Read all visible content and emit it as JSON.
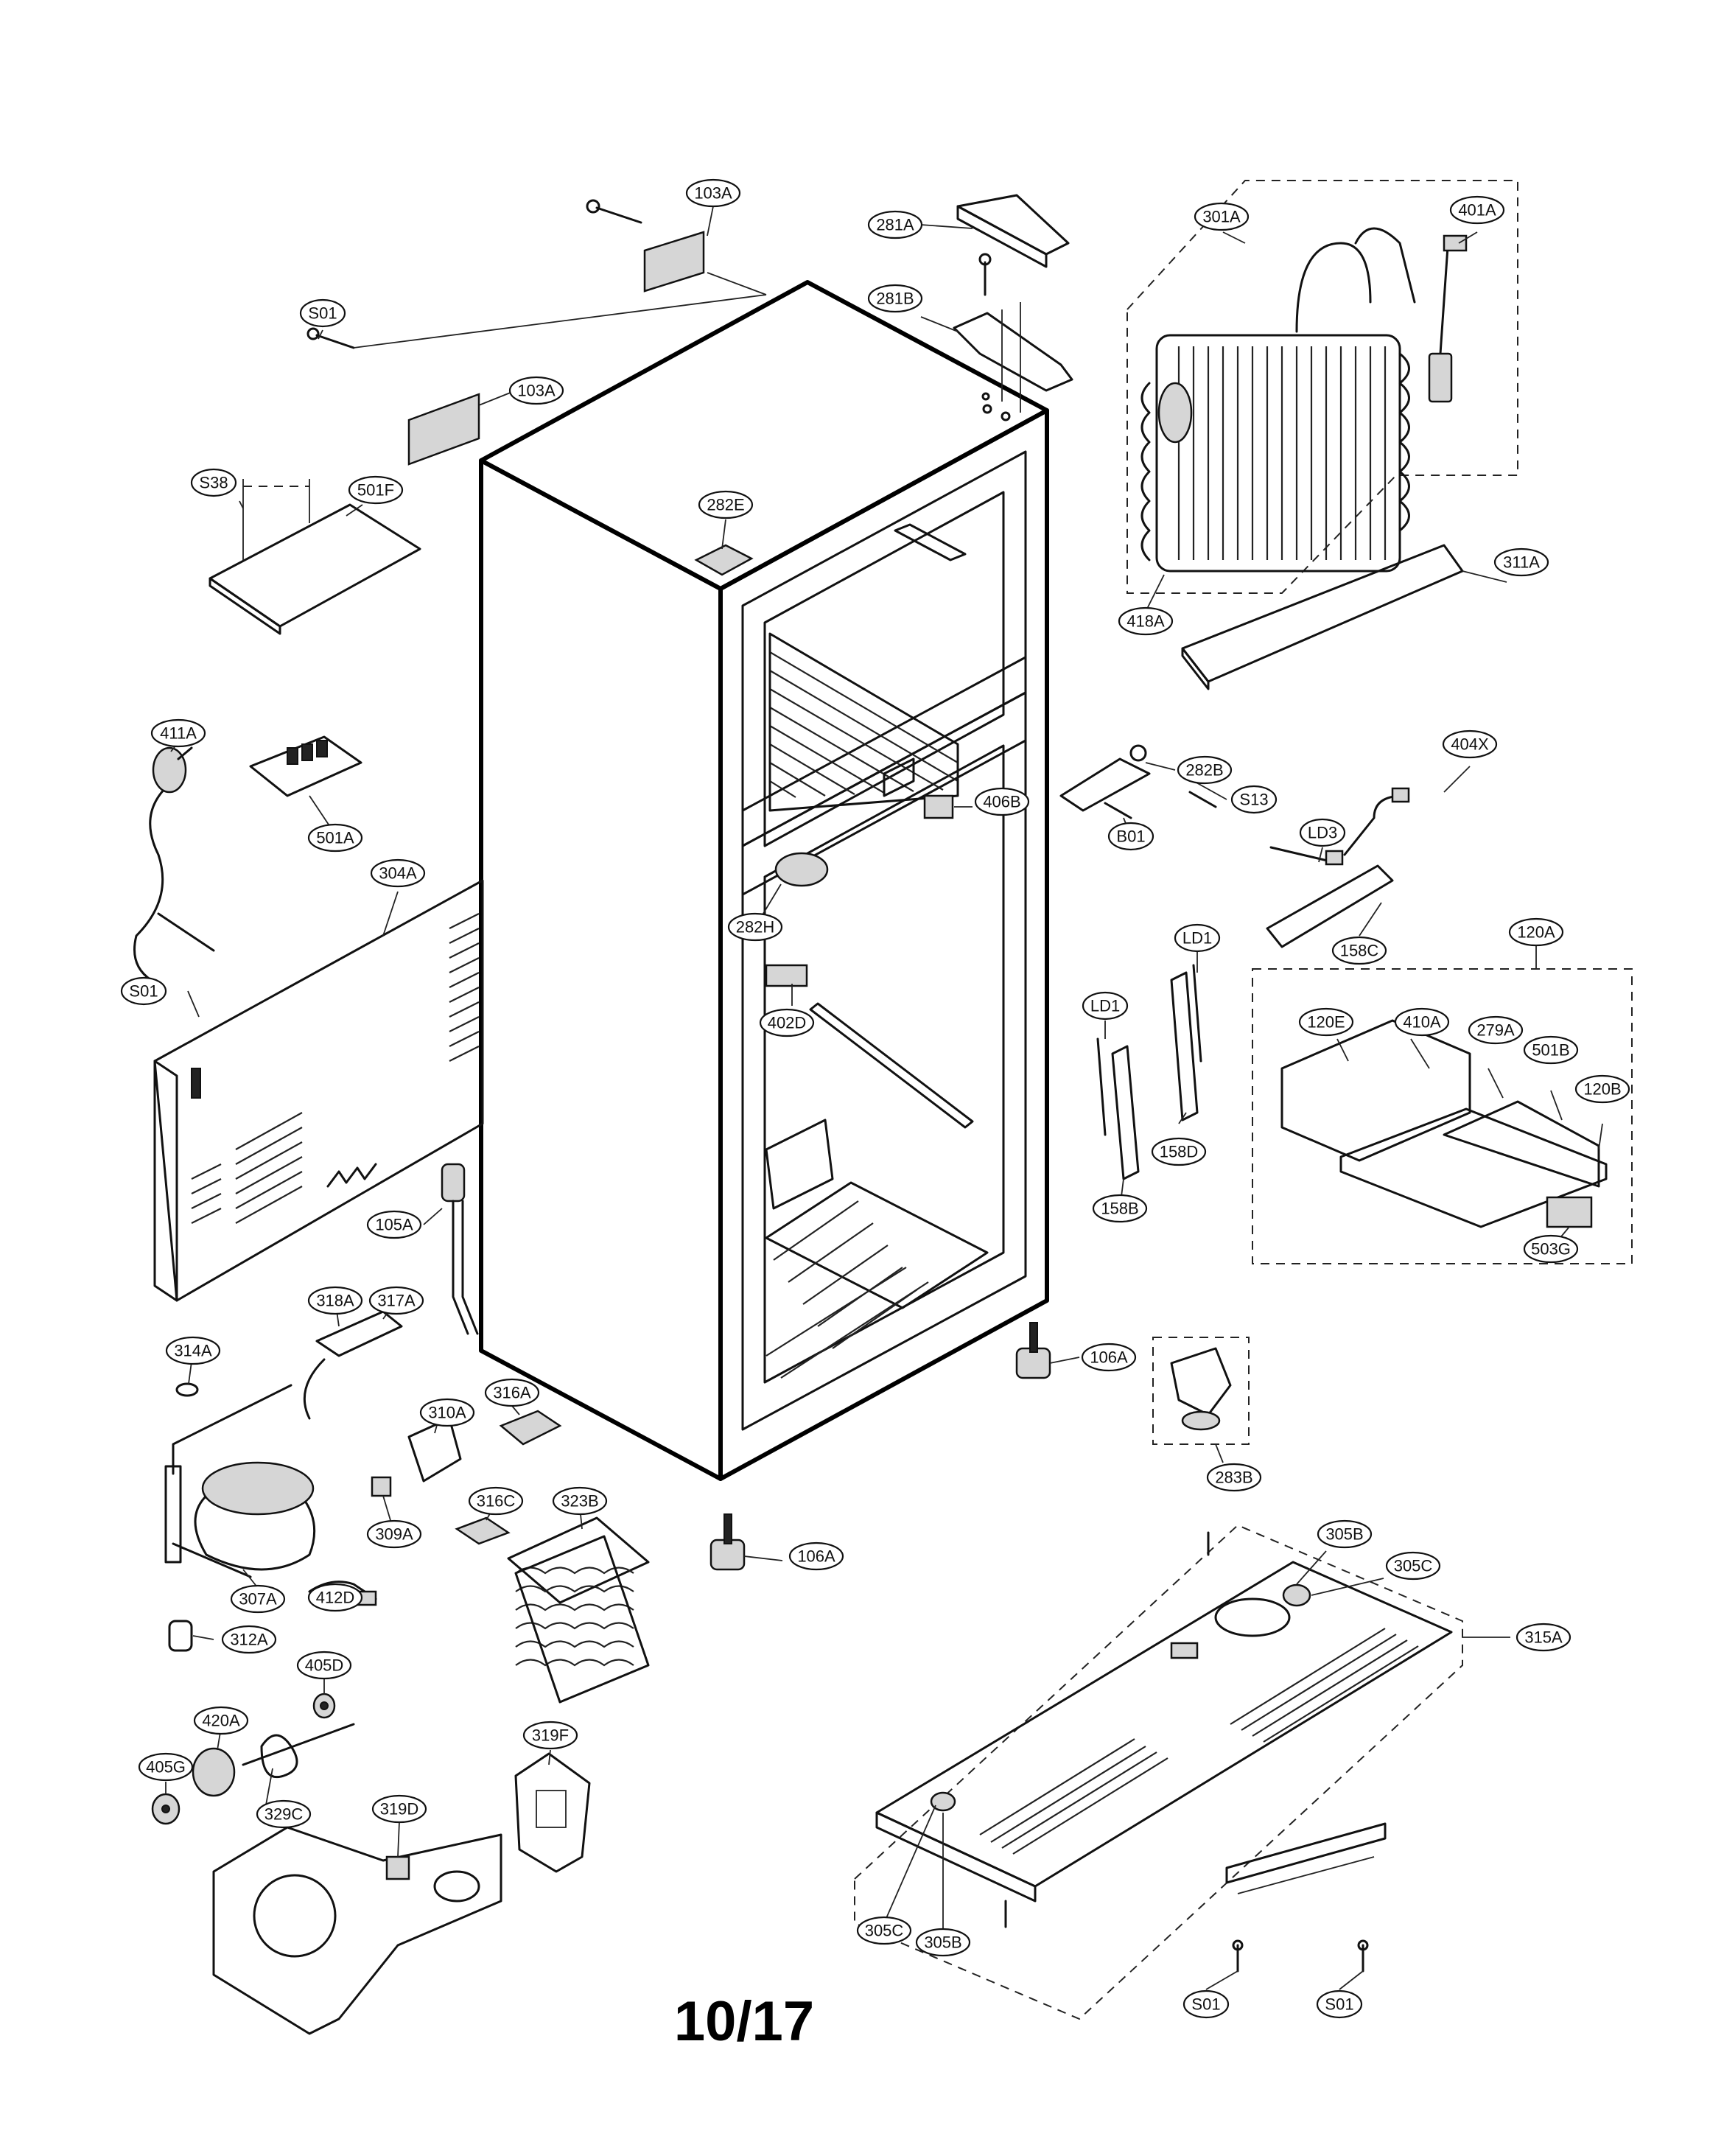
{
  "page": {
    "number": "10/17"
  },
  "callouts": [
    {
      "id": "c-103A-top",
      "label": "103A"
    },
    {
      "id": "c-281A",
      "label": "281A"
    },
    {
      "id": "c-301A",
      "label": "301A"
    },
    {
      "id": "c-401A",
      "label": "401A"
    },
    {
      "id": "c-S01-top",
      "label": "S01"
    },
    {
      "id": "c-281B",
      "label": "281B"
    },
    {
      "id": "c-103A-mid",
      "label": "103A"
    },
    {
      "id": "c-S38",
      "label": "S38"
    },
    {
      "id": "c-501F",
      "label": "501F"
    },
    {
      "id": "c-282E",
      "label": "282E"
    },
    {
      "id": "c-418A",
      "label": "418A"
    },
    {
      "id": "c-311A",
      "label": "311A"
    },
    {
      "id": "c-411A",
      "label": "411A"
    },
    {
      "id": "c-282B",
      "label": "282B"
    },
    {
      "id": "c-404X",
      "label": "404X"
    },
    {
      "id": "c-501A",
      "label": "501A"
    },
    {
      "id": "c-406B",
      "label": "406B"
    },
    {
      "id": "c-S13",
      "label": "S13"
    },
    {
      "id": "c-B01",
      "label": "B01"
    },
    {
      "id": "c-LD3",
      "label": "LD3"
    },
    {
      "id": "c-304A",
      "label": "304A"
    },
    {
      "id": "c-282H",
      "label": "282H"
    },
    {
      "id": "c-158C",
      "label": "158C"
    },
    {
      "id": "c-LD1-right",
      "label": "LD1"
    },
    {
      "id": "c-120A",
      "label": "120A"
    },
    {
      "id": "c-S01-left",
      "label": "S01"
    },
    {
      "id": "c-LD1-left",
      "label": "LD1"
    },
    {
      "id": "c-402D",
      "label": "402D"
    },
    {
      "id": "c-120E",
      "label": "120E"
    },
    {
      "id": "c-410A",
      "label": "410A"
    },
    {
      "id": "c-279A",
      "label": "279A"
    },
    {
      "id": "c-501B",
      "label": "501B"
    },
    {
      "id": "c-120B",
      "label": "120B"
    },
    {
      "id": "c-158D",
      "label": "158D"
    },
    {
      "id": "c-105A",
      "label": "105A"
    },
    {
      "id": "c-158B",
      "label": "158B"
    },
    {
      "id": "c-503G",
      "label": "503G"
    },
    {
      "id": "c-318A",
      "label": "318A"
    },
    {
      "id": "c-317A",
      "label": "317A"
    },
    {
      "id": "c-314A",
      "label": "314A"
    },
    {
      "id": "c-106A-right",
      "label": "106A"
    },
    {
      "id": "c-310A",
      "label": "310A"
    },
    {
      "id": "c-316A",
      "label": "316A"
    },
    {
      "id": "c-283B",
      "label": "283B"
    },
    {
      "id": "c-316C",
      "label": "316C"
    },
    {
      "id": "c-323B",
      "label": "323B"
    },
    {
      "id": "c-309A",
      "label": "309A"
    },
    {
      "id": "c-106A-bottom",
      "label": "106A"
    },
    {
      "id": "c-305B-top",
      "label": "305B"
    },
    {
      "id": "c-305C-top",
      "label": "305C"
    },
    {
      "id": "c-307A",
      "label": "307A"
    },
    {
      "id": "c-412D",
      "label": "412D"
    },
    {
      "id": "c-312A",
      "label": "312A"
    },
    {
      "id": "c-315A",
      "label": "315A"
    },
    {
      "id": "c-405D",
      "label": "405D"
    },
    {
      "id": "c-420A",
      "label": "420A"
    },
    {
      "id": "c-405G",
      "label": "405G"
    },
    {
      "id": "c-319F",
      "label": "319F"
    },
    {
      "id": "c-329C",
      "label": "329C"
    },
    {
      "id": "c-319D",
      "label": "319D"
    },
    {
      "id": "c-305C-bottom",
      "label": "305C"
    },
    {
      "id": "c-305B-bottom",
      "label": "305B"
    },
    {
      "id": "c-S01-bottom-left",
      "label": "S01"
    },
    {
      "id": "c-S01-bottom-right",
      "label": "S01"
    }
  ]
}
